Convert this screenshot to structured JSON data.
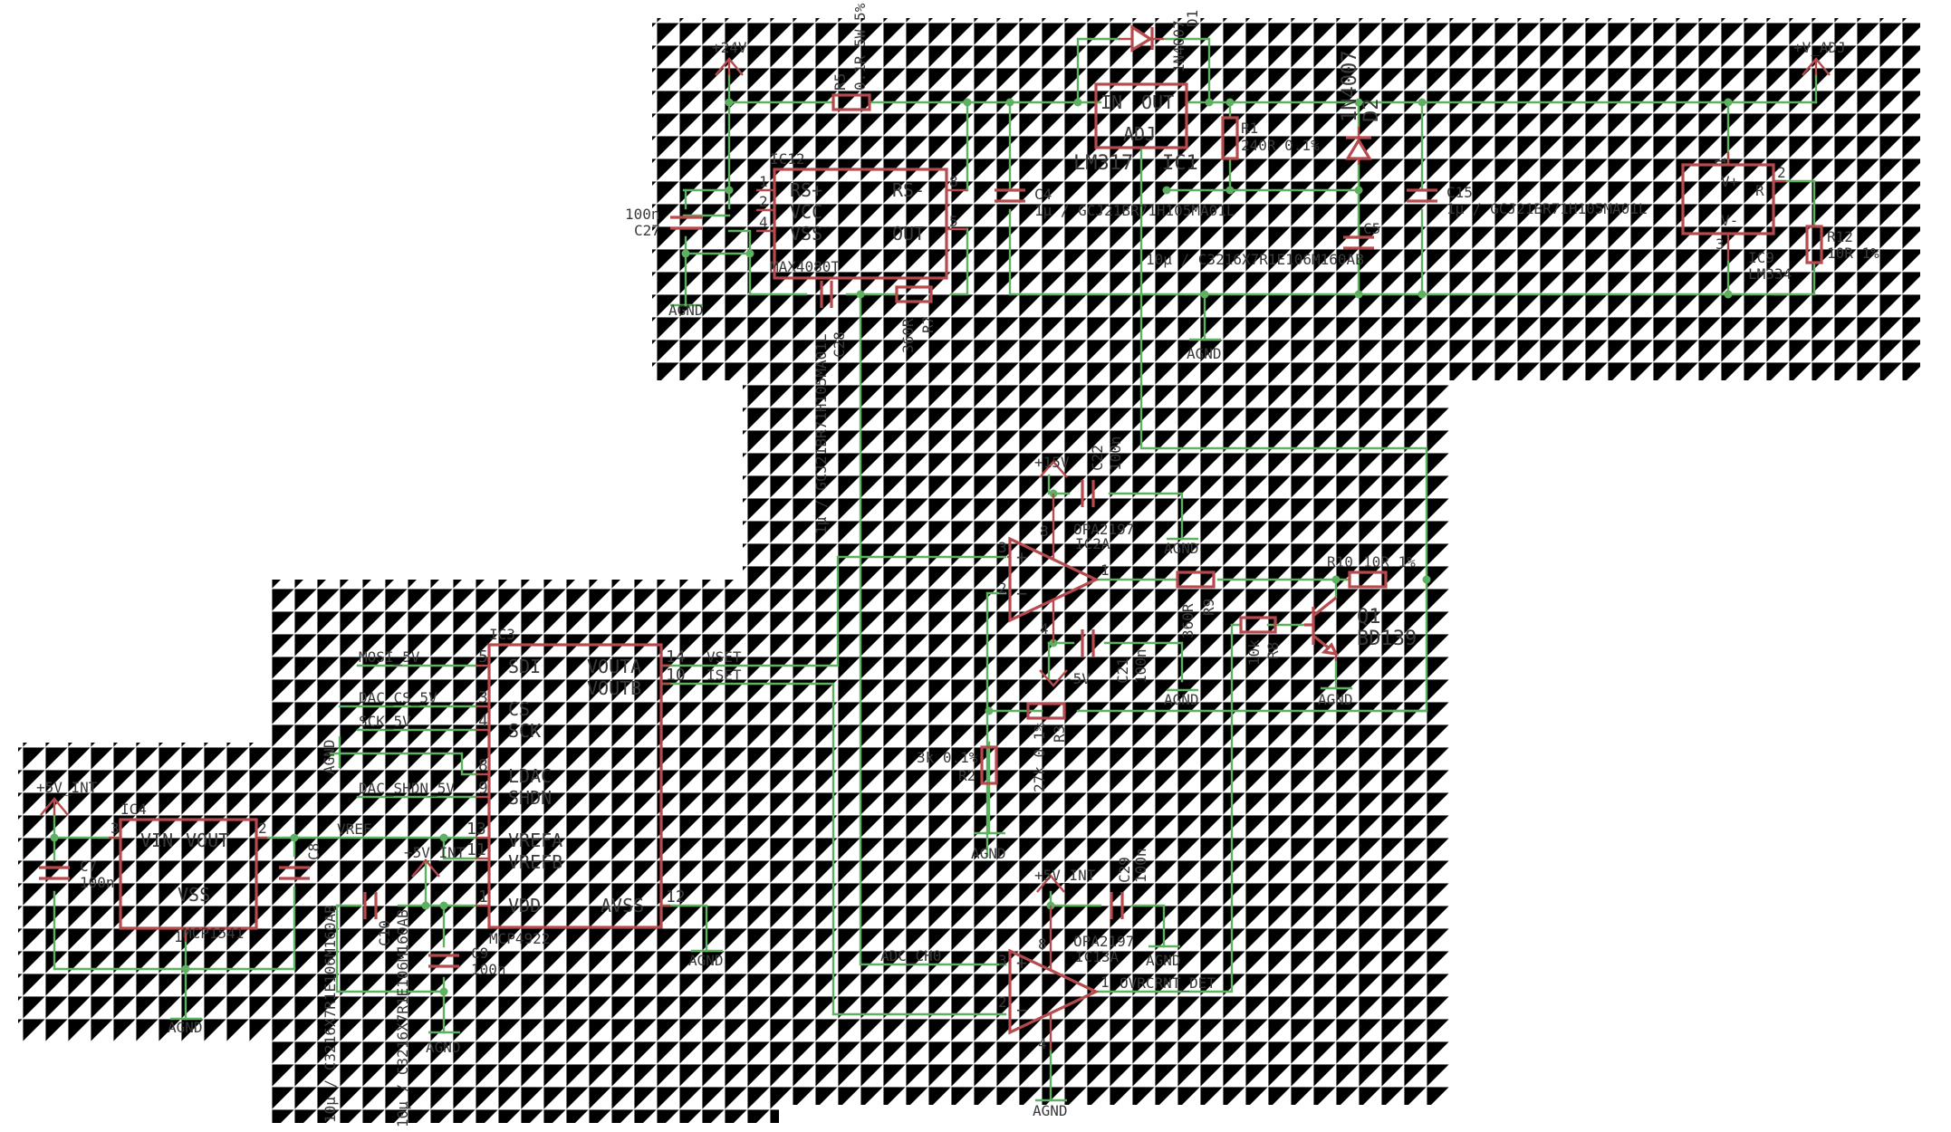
{
  "supplies": {
    "v24": "+24V",
    "vadj": "+V_ADJ",
    "v15": "+15V",
    "vm5": "-5V",
    "v5int_a": "+5V_INT",
    "v5int_b": "+5V_INT",
    "v5int_c": "+5V_INT",
    "agnd": "AGND"
  },
  "ic12": {
    "name": "IC12",
    "value": "MAX4080T",
    "p_rsp": "RS+",
    "p_vcc": "VCC",
    "p_vss": "VSS",
    "p_rsm": "RS-",
    "p_out": "OUT",
    "n1": "1",
    "n2": "2",
    "n4": "4",
    "n8": "8",
    "n5": "5"
  },
  "ic1": {
    "name": "IC1",
    "value": "LM317",
    "p_in": "IN",
    "p_out": "OUT",
    "p_adj": "ADJ"
  },
  "ic9": {
    "name": "IC9",
    "value": "LM334",
    "p_vp": "V+",
    "p_vm": "V-",
    "p_r": "R",
    "n1": "1",
    "n2": "2",
    "n3": "3"
  },
  "ic3": {
    "name": "IC3",
    "value": "MCP4922",
    "p_sdi": "SDI",
    "p_cs": "CS",
    "p_sck": "SCK",
    "p_ldac": "LDAC",
    "p_shdn": "SHDN",
    "p_vrefa": "VREFA",
    "p_vrefb": "VREFB",
    "p_vdd": "VDD",
    "p_vouta": "VOUTA",
    "p_voutb": "VOUTB",
    "p_avss": "AVSS",
    "n5": "5",
    "n3": "3",
    "n4": "4",
    "n8": "8",
    "n9": "9",
    "n13": "13",
    "n11": "11",
    "n1": "1",
    "n14": "14",
    "n10": "10",
    "n12": "12"
  },
  "ic4": {
    "name": "IC4",
    "value": "MCP1541",
    "p_vin": "VIN",
    "p_vout": "VOUT",
    "p_vss": "VSS",
    "n3": "3",
    "n2": "2",
    "n1": "1"
  },
  "ic2a": {
    "name": "IC2A",
    "value": "OPA2197",
    "n3": "3",
    "n2": "2",
    "n1": "1",
    "n8": "8",
    "n4": "4"
  },
  "ic13a": {
    "name": "IC13A",
    "value": "OPA2197",
    "n3": "3",
    "n2": "2",
    "n1": "1",
    "n8": "8",
    "n4": "4"
  },
  "q1": {
    "name": "Q1",
    "value": "BD139"
  },
  "d1": {
    "name": "D1",
    "value": "1N4007"
  },
  "d2": {
    "name": "D2",
    "value": "1N4007"
  },
  "r5": {
    "name": "R5",
    "value": "0.1R 5W 5%"
  },
  "r7": {
    "name": "R7",
    "value": "360R"
  },
  "r1": {
    "name": "R1",
    "value": "240R 0.1%"
  },
  "r12": {
    "name": "R12",
    "value": "10R 1%"
  },
  "r9": {
    "name": "R9",
    "value": "360R"
  },
  "r10": {
    "name": "R10",
    "value": "10R 1%"
  },
  "r8": {
    "name": "R8",
    "value": "10k"
  },
  "r3": {
    "name": "R3",
    "value": "27k 0.1%"
  },
  "r2": {
    "name": "R2",
    "value": "3k 0.1%"
  },
  "c27": {
    "name": "C27",
    "value": "100n"
  },
  "c28": {
    "name": "C28",
    "value": "1µ / GCJ21BR71H105MA01L"
  },
  "c4": {
    "name": "C4",
    "value": "1µ / GCJ21BR71H105MA01L"
  },
  "c5": {
    "name": "C5",
    "value": "10µ / C3216X7R1E106M160AB"
  },
  "c15": {
    "name": "C15",
    "value": "1µ / GCJ21BR71H105MA01L"
  },
  "c22": {
    "name": "C22",
    "value": "100n"
  },
  "c21": {
    "name": "C21",
    "value": "100n"
  },
  "c29": {
    "name": "C29",
    "value": "100n"
  },
  "c7": {
    "name": "C7",
    "value": "100n"
  },
  "c8": {
    "name": "C8",
    "value": "10µ / C3216X7R1E106M160AB"
  },
  "c10": {
    "name": "C10",
    "value": "10µ / C3216X7R1E106M160AB"
  },
  "c9": {
    "name": "C9",
    "value": "100n"
  },
  "nets": {
    "mosi": "MOSI_5V",
    "dac_cs": "DAC_CS_5V",
    "sck": "SCK_5V",
    "dac_shdn": "DAC_SHDN_5V",
    "vref": "VREF",
    "vset": "VSET",
    "iset": "ISET",
    "adc_ch0": "ADC_CH0",
    "ovrcrnt": "OVRCRNT_DET"
  }
}
